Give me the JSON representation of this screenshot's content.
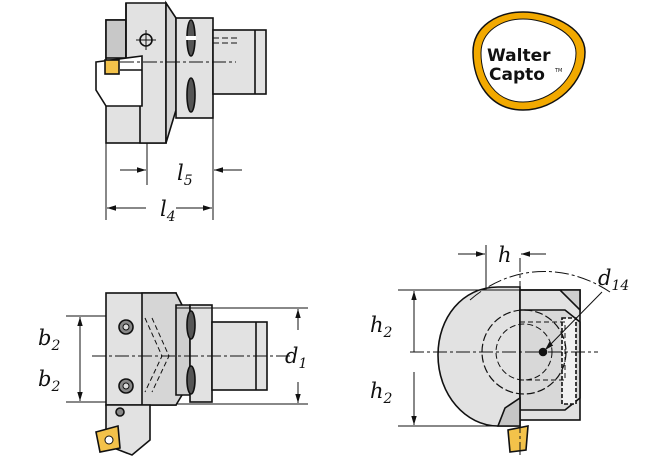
{
  "logo": {
    "line1": "Walter",
    "line2": "Capto",
    "mark": "TM",
    "color_outer": "#f2a900",
    "color_ring": "#ffffff"
  },
  "colors": {
    "body": "#e2e2e2",
    "dark": "#8c8c8c",
    "shade": "#b9b9b9",
    "line": "#111111",
    "insert": "#f3c24a"
  },
  "dims": {
    "l5": {
      "sym": "l",
      "sub": "5"
    },
    "l4": {
      "sym": "l",
      "sub": "4"
    },
    "b2a": {
      "sym": "b",
      "sub": "2"
    },
    "b2b": {
      "sym": "b",
      "sub": "2"
    },
    "d1": {
      "sym": "d",
      "sub": "1"
    },
    "h": {
      "sym": "h",
      "sub": ""
    },
    "h2a": {
      "sym": "h",
      "sub": "2"
    },
    "h2b": {
      "sym": "h",
      "sub": "2"
    },
    "d14": {
      "sym": "d",
      "sub": "14"
    }
  }
}
